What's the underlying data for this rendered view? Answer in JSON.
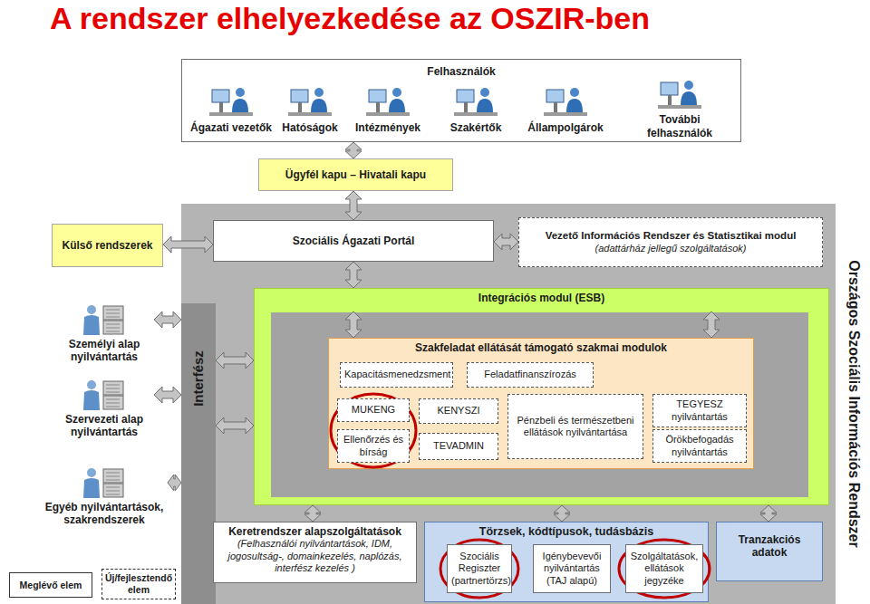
{
  "diagram": {
    "title": "A rendszer elhelyezkedése az OSZIR-ben",
    "nodes": [
      {
        "text": [
          "Felhasználók"
        ]
      },
      {
        "text": [
          "Ügyfél kapu – Hivatali kapu"
        ]
      },
      {
        "text": [
          "Külső rendszerek"
        ]
      },
      {
        "text": [
          "Személyi alap nyilvántartás"
        ]
      },
      {
        "text": [
          "Szervezeti alap nyilvántartás"
        ]
      },
      {
        "text": [
          "Egyéb nyilvántartások, szakrendszerek"
        ]
      },
      {
        "text": [
          "Országos Szociális Információs Rendszer"
        ]
      },
      {
        "text": [
          "Interfész"
        ],
        "in": 6
      },
      {
        "text": [
          "Szociális Ágazati Portál"
        ],
        "in": 6
      },
      {
        "text": [
          "Vezető Információs Rendszer és Statisztikai modul",
          "(adattárház jellegű szolgáltatások)"
        ],
        "in": 6
      },
      {
        "text": [
          "Integrációs modul (ESB)"
        ],
        "in": 6
      },
      {
        "text": [
          "Szakfeladat ellátását támogató szakmai modulok"
        ],
        "in": 10
      },
      {
        "text": [
          "Kapacitásmenedzsment"
        ],
        "in": 11
      },
      {
        "text": [
          "Feladatfinanszírozás"
        ],
        "in": 11
      },
      {
        "text": [
          "MUKENG"
        ],
        "in": 11
      },
      {
        "text": [
          "Ellenőrzés és bírság"
        ],
        "in": 11
      },
      {
        "text": [
          "KENYSZI"
        ],
        "in": 11
      },
      {
        "text": [
          "TEVADMIN"
        ],
        "in": 11
      },
      {
        "text": [
          "Pénzbeli és természetbeni ellátások nyilvántartása"
        ],
        "in": 11
      },
      {
        "text": [
          "TEGYESZ nyilvántartás"
        ],
        "in": 11
      },
      {
        "text": [
          "Örökbefogadás nyilvántartás"
        ],
        "in": 11
      },
      {
        "text": [
          "Keretrendszer alapszolgáltatások",
          "(Felhasználói nyilvántartások, IDM, jogosultság-, domainkezelés, naplózás, interfész kezelés )"
        ],
        "in": 6
      },
      {
        "text": [
          "Törzsek, kódtípusok, tudásbázis"
        ],
        "in": 6
      },
      {
        "text": [
          "Szociális Regiszter (partnertörzs)"
        ],
        "in": 22
      },
      {
        "text": [
          "Igénybevevői nyilvántartás (TAJ alapú)"
        ],
        "in": 22
      },
      {
        "text": [
          "Szolgáltatások, ellátások jegyzéke"
        ],
        "in": 22
      },
      {
        "text": [
          "Tranzakciós adatok"
        ],
        "in": 6
      }
    ],
    "edges": [
      {
        "from": 0,
        "to": 1,
        "arrow": "both"
      },
      {
        "from": 1,
        "to": 8,
        "arrow": "both"
      },
      {
        "from": 2,
        "to": 8,
        "arrow": "both"
      },
      {
        "from": 8,
        "to": 9,
        "arrow": "both"
      },
      {
        "from": 8,
        "to": 10,
        "arrow": "both"
      },
      {
        "from": 3,
        "to": 7,
        "arrow": "both"
      },
      {
        "from": 4,
        "to": 7,
        "arrow": "both"
      },
      {
        "from": 5,
        "to": 7,
        "arrow": "both"
      },
      {
        "from": 7,
        "to": 10,
        "arrow": "both"
      },
      {
        "from": 7,
        "to": 10,
        "arrow": "both"
      },
      {
        "from": 10,
        "to": 11,
        "arrow": "both"
      },
      {
        "from": 10,
        "to": 11,
        "arrow": "both"
      },
      {
        "from": 10,
        "to": 21,
        "arrow": "both"
      },
      {
        "from": 10,
        "to": 22,
        "arrow": "both"
      },
      {
        "from": 10,
        "to": 26,
        "arrow": "both"
      }
    ],
    "labels": [
      "Ágazati vezetők",
      "Hatóságok",
      "Intézmények",
      "Szakértők",
      "Állampolgárok",
      "További felhasználók"
    ],
    "legend": [
      {
        "text": "Meglévő elem"
      },
      {
        "text": "Új/fejlesztendő elem"
      }
    ]
  }
}
